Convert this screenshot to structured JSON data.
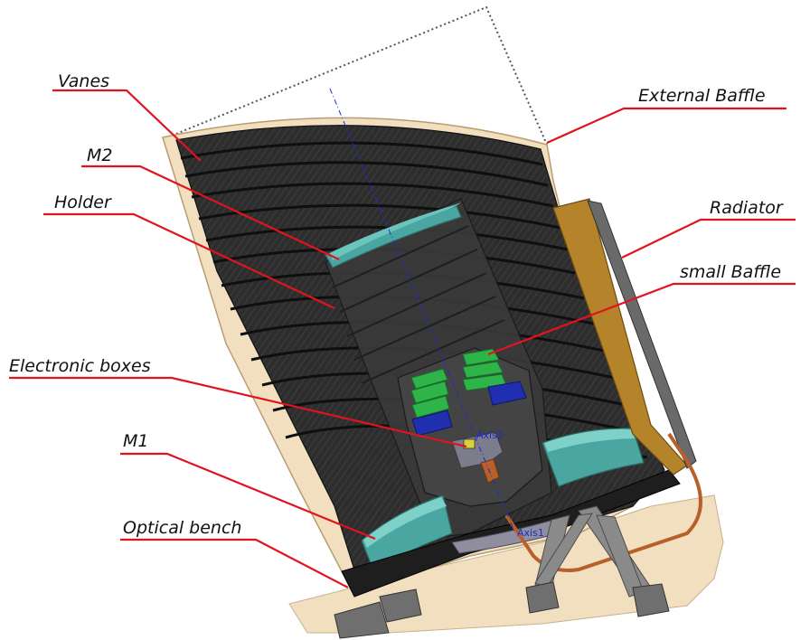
{
  "labels": {
    "vanes": "Vanes",
    "m2": "M2",
    "holder": "Holder",
    "electronic_boxes": "Electronic boxes",
    "m1": "M1",
    "optical_bench": "Optical bench",
    "external_baffle": "External Baffle",
    "radiator": "Radiator",
    "small_baffle": "small Baffle"
  },
  "axes": {
    "axis2": "Axis2",
    "axis1": "Axis1"
  },
  "colors": {
    "leader": "#e0141e",
    "baffle_outer": "#f2dfbf",
    "vanes_dark": "#2b2b2b",
    "mirror": "#4aa6a0",
    "radiator": "#b5832a",
    "green": "#2fb44a",
    "blue": "#1f2fb0",
    "axis": "#1a2bd6"
  }
}
